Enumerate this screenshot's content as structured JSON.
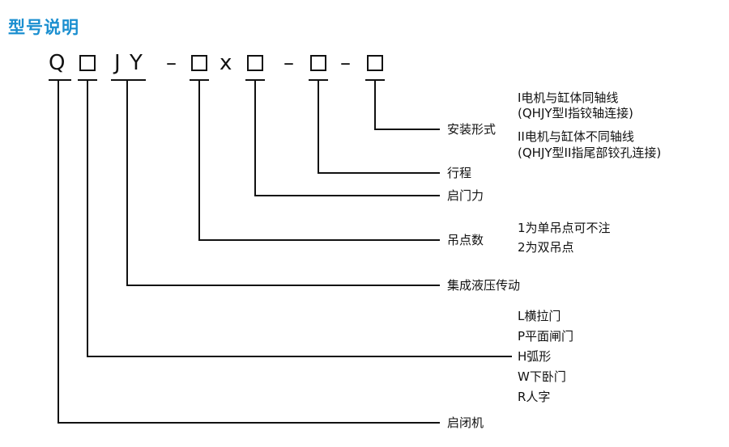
{
  "title": "型号说明",
  "model": {
    "q": "Q",
    "j": "J",
    "y": "Y",
    "dash": "–",
    "x": "x"
  },
  "labels": {
    "install": "安装形式",
    "install_opt1": "I电机与缸体同轴线",
    "install_opt1_note": "(QHJY型I指铰轴连接)",
    "install_opt2": "II电机与缸体不同轴线",
    "install_opt2_note": "(QHJY型II指尾部铰孔连接)",
    "stroke": "行程",
    "force": "启门力",
    "points": "吊点数",
    "points_opt1": "1为单吊点可不注",
    "points_opt2": "2为双吊点",
    "hydraulic": "集成液压传动",
    "type_l": "L横拉门",
    "type_p": "P平面闸门",
    "type_h": "H弧形",
    "type_w": "W下卧门",
    "type_r": "R人字",
    "hoist": "启闭机"
  }
}
